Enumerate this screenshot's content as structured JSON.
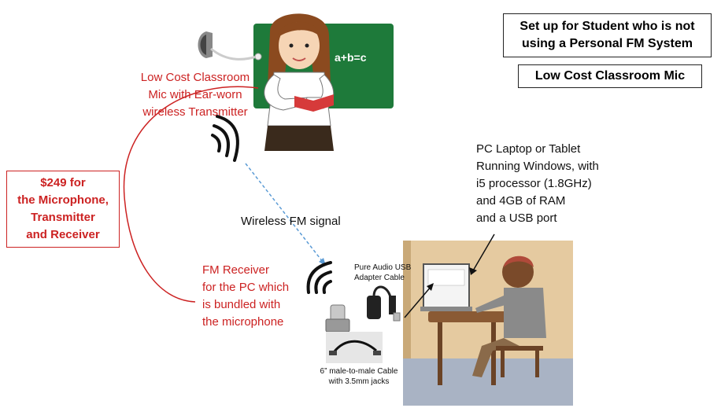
{
  "title_box": {
    "line1": "Set up for Student who is not",
    "line2": "using a Personal FM System"
  },
  "subtitle_box": "Low Cost Classroom Mic",
  "price_box": {
    "line1": "$249 for",
    "line2": "the Microphone,",
    "line3": "Transmitter",
    "line4": "and Receiver"
  },
  "mic_label": {
    "line1": "Low Cost Classroom",
    "line2": "Mic with Ear-worn",
    "line3": "wireless Transmitter"
  },
  "board_text": "a+b=c",
  "signal_label": "Wireless FM signal",
  "receiver_label": {
    "line1": "FM Receiver",
    "line2": "for the PC which",
    "line3": "is bundled with",
    "line4": "the microphone"
  },
  "pc_label": {
    "line1": "PC Laptop or Tablet",
    "line2": "Running Windows, with",
    "line3": "i5 processor (1.8GHz)",
    "line4": "and 4GB of RAM",
    "line5": "and a USB port"
  },
  "usb_label": {
    "line1": "Pure Audio USB",
    "line2": "Adapter Cable"
  },
  "cable_label": {
    "line1": "6” male-to-male Cable",
    "line2": "with 3.5mm jacks"
  },
  "colors": {
    "red": "#cc2222",
    "board": "#1e7a3a",
    "room_wall": "#e5caa0",
    "room_floor": "#a9b3c4"
  }
}
